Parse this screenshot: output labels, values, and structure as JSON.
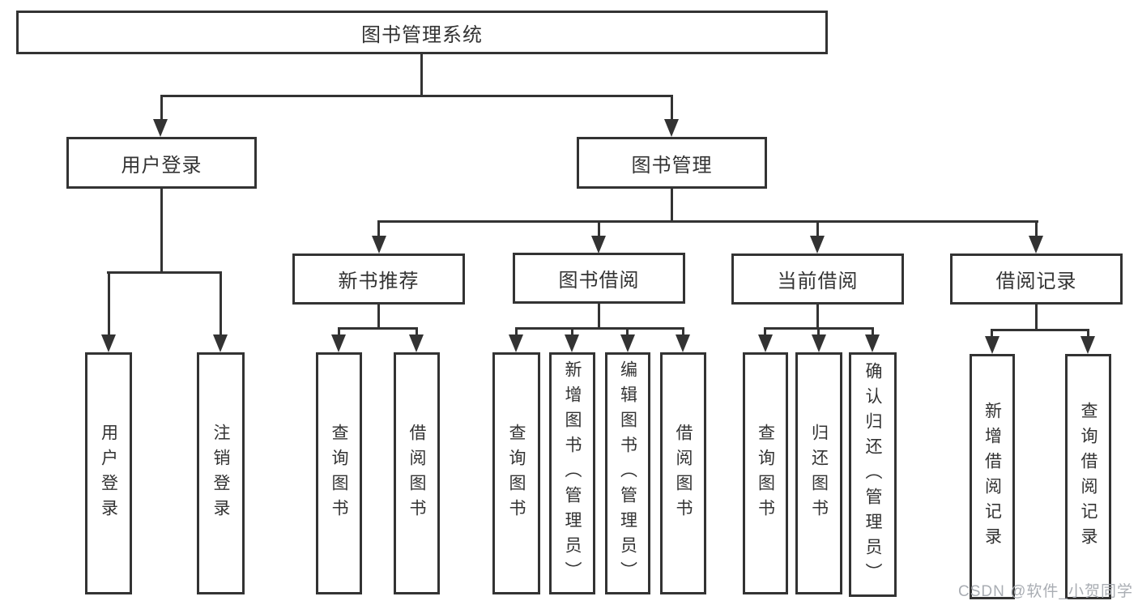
{
  "diagram_title": "图书管理系统",
  "tree": {
    "root": {
      "label": "图书管理系统",
      "children": [
        {
          "label": "用户登录",
          "children": [
            {
              "label": "用户登录"
            },
            {
              "label": "注销登录"
            }
          ]
        },
        {
          "label": "图书管理",
          "children": [
            {
              "label": "新书推荐",
              "children": [
                {
                  "label": "查询图书"
                },
                {
                  "label": "借阅图书"
                }
              ]
            },
            {
              "label": "图书借阅",
              "children": [
                {
                  "label": "查询图书"
                },
                {
                  "label": "新增图书（管理员）"
                },
                {
                  "label": "编辑图书（管理员）"
                },
                {
                  "label": "借阅图书"
                }
              ]
            },
            {
              "label": "当前借阅",
              "children": [
                {
                  "label": "查询图书"
                },
                {
                  "label": "归还图书"
                },
                {
                  "label": "确认归还（管理员）"
                }
              ]
            },
            {
              "label": "借阅记录",
              "children": [
                {
                  "label": "新增借阅记录"
                },
                {
                  "label": "查询借阅记录"
                }
              ]
            }
          ]
        }
      ]
    }
  },
  "watermark": {
    "text": "CSDN @软件_小贺同学"
  },
  "colors": {
    "line": "#333333",
    "background": "#ffffff",
    "watermark": "#a9adb3"
  }
}
